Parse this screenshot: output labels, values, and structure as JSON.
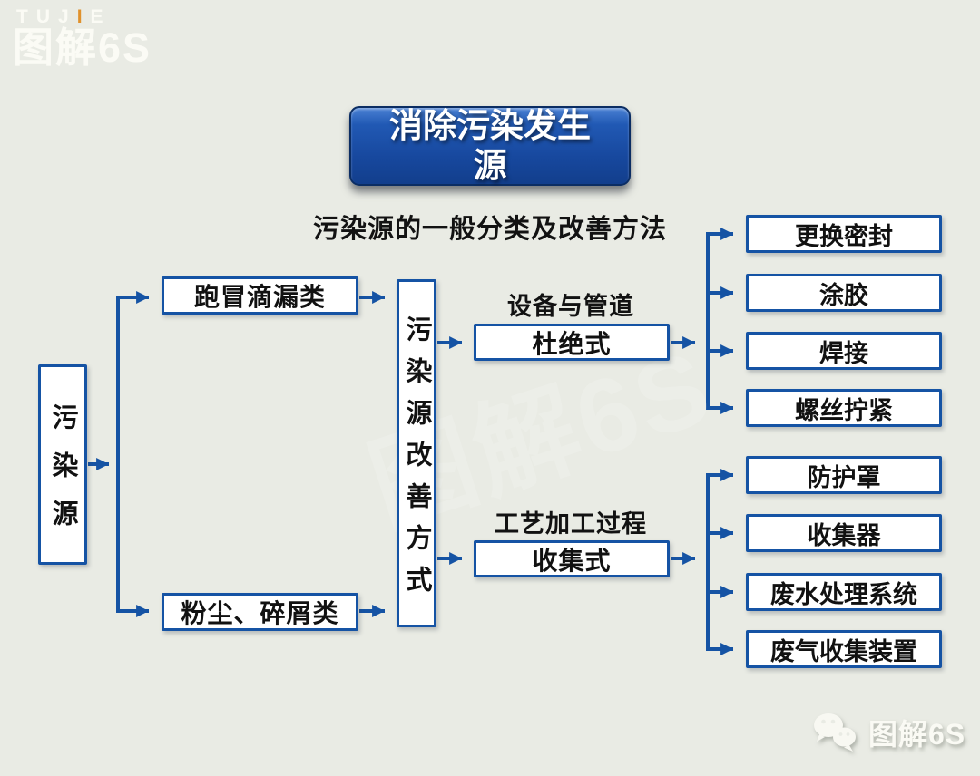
{
  "logo": {
    "part1": "TUJ",
    "accent": "I",
    "part2": "E",
    "name": "图解6S"
  },
  "title": "消除污染发生源",
  "subtitle": "污染源的一般分类及改善方法",
  "diagram": {
    "root": "污染源",
    "categories": [
      "跑冒滴漏类",
      "粉尘、碎屑类"
    ],
    "hub": "污染源改善方式",
    "methods": [
      {
        "context": "设备与管道",
        "name": "杜绝式",
        "actions": [
          "更换密封",
          "涂胶",
          "焊接",
          "螺丝拧紧"
        ]
      },
      {
        "context": "工艺加工过程",
        "name": "收集式",
        "actions": [
          "防护罩",
          "收集器",
          "废水处理系统",
          "废气收集装置"
        ]
      }
    ]
  },
  "watermark": "图解6S",
  "footer": {
    "account": "图解6S"
  },
  "colors": {
    "line": "#1553a4",
    "title_bg": "#17489e",
    "background": "#e9ebe4"
  }
}
